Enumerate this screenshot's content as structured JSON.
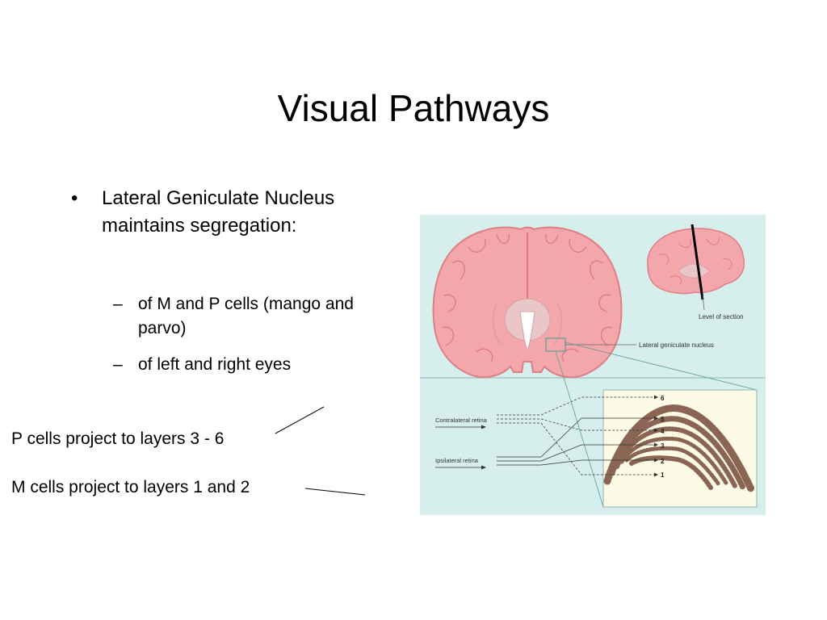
{
  "slide": {
    "title": "Visual Pathways",
    "bullet": {
      "marker": "•",
      "text": "Lateral Geniculate Nucleus maintains segregation:",
      "subitems": [
        {
          "marker": "–",
          "text": "of M and P cells (mango and parvo)"
        },
        {
          "marker": "–",
          "text": "of left and right eyes"
        }
      ]
    },
    "callouts": {
      "p_cells": "P cells project to layers 3 - 6",
      "m_cells": "M cells project to layers 1 and 2"
    }
  },
  "figure": {
    "labels": {
      "level_of_section": "Level of section",
      "lgn": "Lateral geniculate nucleus",
      "contralateral": "Contralateral retina",
      "ipsilateral": "Ipsilateral retina"
    },
    "layers": [
      "6",
      "5",
      "4",
      "3",
      "2",
      "1"
    ],
    "colors": {
      "panel_bg": "#d6eeec",
      "brain_fill": "#f3a7ab",
      "brain_stroke": "#e07e86",
      "inset_bg": "#fdfbe6",
      "dots": "#6b4a3a"
    }
  }
}
